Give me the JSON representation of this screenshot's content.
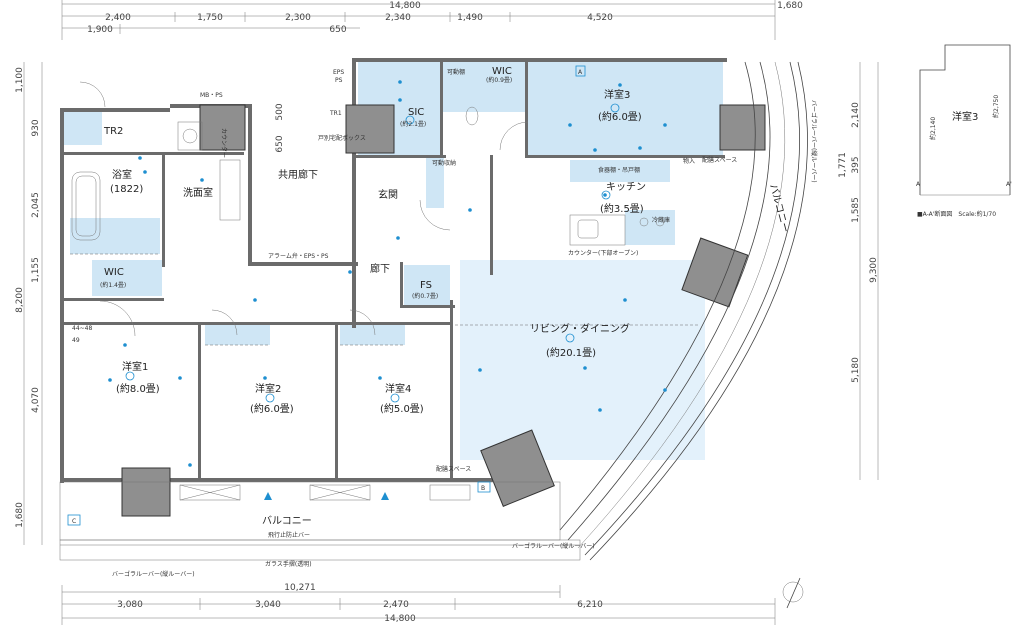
{
  "dims_top": [
    "14,800",
    "1,680",
    "2,400",
    "1,750",
    "2,300",
    "2,340",
    "1,490",
    "4,520",
    "1,900",
    "650",
    "650",
    "500"
  ],
  "dims_bottom": [
    "10,271",
    "3,080",
    "3,040",
    "2,470",
    "6,210",
    "14,800"
  ],
  "dims_left": [
    "1,100",
    "930",
    "2,045",
    "1,155",
    "8,200",
    "4,070",
    "1,680"
  ],
  "dims_right": [
    "2,140",
    "1,771",
    "395",
    "1,585",
    "9,300",
    "5,180"
  ],
  "rooms": {
    "tr2": "TR2",
    "mbps": "MB・PS",
    "bath": "浴室",
    "bath_size": "(1822)",
    "washroom": "洗面室",
    "counter": "カウンター",
    "wic1": "WIC",
    "wic1_size": "(約1.4畳)",
    "western1": "洋室1",
    "western1_size": "(約8.0畳)",
    "western2": "洋室2",
    "western2_size": "(約6.0畳)",
    "western4": "洋室4",
    "western4_size": "(約5.0畳)",
    "western3": "洋室3",
    "western3_size": "(約6.0畳)",
    "eps": "EPS",
    "ps": "PS",
    "tr1": "TR1",
    "delivery_box": "戸別宅配ボックス",
    "common_corridor": "共用廊下",
    "alarm_eps": "アラーム弁・EPS・PS",
    "sic": "SIC",
    "sic_size": "(約2.1畳)",
    "shelf": "可動棚",
    "shoe_storage": "可動収納",
    "wic2": "WIC",
    "wic2_size": "(約0.9畳)",
    "entrance": "玄関",
    "corridor": "廊下",
    "fs": "FS",
    "fs_size": "(約0.7畳)",
    "kitchen": "キッチン",
    "kitchen_size": "(約3.5畳)",
    "dish_shelf": "食器棚・吊戸棚",
    "counter_open": "カウンター(下部オープン)",
    "fridge": "冷蔵庫",
    "storage": "物入",
    "dish_space": "配膳スペース",
    "living": "リビング・ダイニング",
    "living_size": "(約20.1畳)",
    "haizen": "配膳スペース",
    "balcony": "バルコニー",
    "balcony_r": "バルコニー",
    "handrail": "飛行止防止バー",
    "glass_handrail": "ガラス手摺(透明)",
    "louver1": "バーゴラルーバー(縦ルーバー)",
    "louver2": "バーゴラルーバー(縦ルーバー)",
    "louver_top": "バーゴラルーバー(縦ルーバー)",
    "ceiling1": "44~48",
    "ceiling2": "49"
  },
  "markers": {
    "a": "A",
    "b": "B",
    "c": "C"
  },
  "legend": {
    "room": "洋室3",
    "h1": "約2,140",
    "h2": "約2,750",
    "a_left": "A",
    "a_right": "A'",
    "caption": "■A-A'断面図　Scale:約1/70"
  }
}
